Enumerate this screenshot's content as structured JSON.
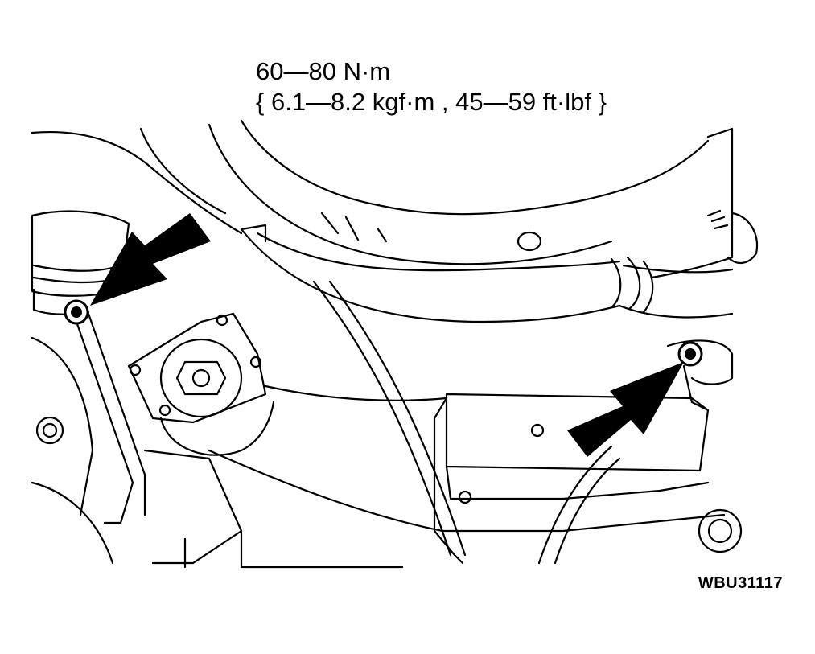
{
  "torque_spec": {
    "line1": "60—80 N·m",
    "line2": "{ 6.1—8.2 kgf·m , 45—59 ft·lbf }"
  },
  "figure_code": "WBU31117",
  "colors": {
    "ink": "#000000",
    "paper": "#ffffff"
  },
  "icons": [
    "arrow-icon",
    "bolt-icon"
  ]
}
